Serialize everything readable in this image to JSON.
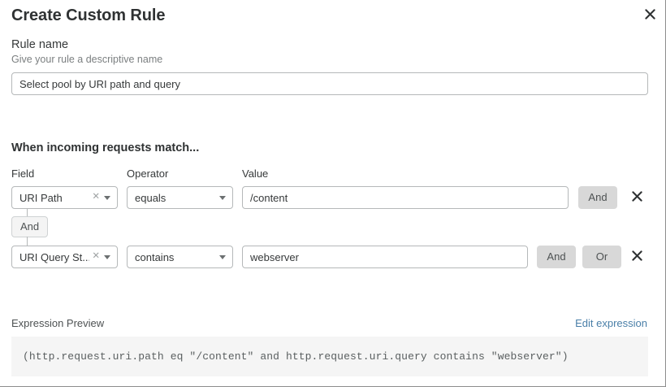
{
  "dialog": {
    "title": "Create Custom Rule",
    "close_icon": "close-icon"
  },
  "rule_name": {
    "label": "Rule name",
    "hint": "Give your rule a descriptive name",
    "value": "Select pool by URI path and query",
    "placeholder": "Rule name"
  },
  "match": {
    "heading": "When incoming requests match...",
    "columns": {
      "field": "Field",
      "operator": "Operator",
      "value": "Value"
    },
    "group_operator": "And",
    "rows": [
      {
        "field": "URI Path",
        "operator": "equals",
        "value": "/content",
        "value_placeholder": "Value",
        "logic_buttons": [
          "And"
        ],
        "clear_icon": "clear-icon",
        "caret_icon": "caret-down-icon",
        "delete_icon": "delete-icon"
      },
      {
        "field": "URI Query St...",
        "operator": "contains",
        "value": "webserver",
        "value_placeholder": "Value",
        "logic_buttons": [
          "And",
          "Or"
        ],
        "clear_icon": "clear-icon",
        "caret_icon": "caret-down-icon",
        "delete_icon": "delete-icon"
      }
    ]
  },
  "expression": {
    "label": "Expression Preview",
    "edit_link": "Edit expression",
    "code": "(http.request.uri.path eq \"/content\" and http.request.uri.query contains \"webserver\")"
  },
  "colors": {
    "link": "#4a7fa8",
    "button_bg": "#d8d8d8",
    "border": "#b5b8b9",
    "code_bg": "#f5f5f5"
  }
}
